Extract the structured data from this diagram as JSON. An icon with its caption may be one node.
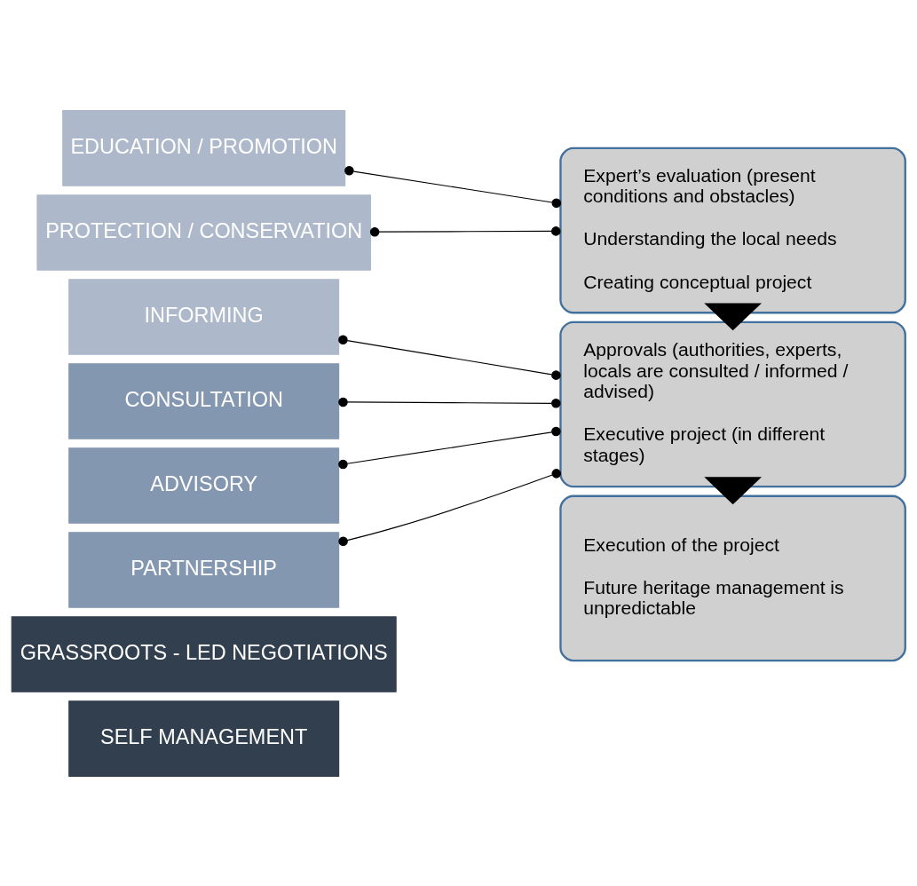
{
  "diagram": {
    "nodes": [
      {
        "text": [
          "EDUCATION / PROMOTION"
        ]
      },
      {
        "text": [
          "PROTECTION / CONSERVATION"
        ]
      },
      {
        "text": [
          "INFORMING"
        ]
      },
      {
        "text": [
          "CONSULTATION"
        ]
      },
      {
        "text": [
          "ADVISORY"
        ]
      },
      {
        "text": [
          "PARTNERSHIP"
        ]
      },
      {
        "text": [
          "GRASSROOTS - LED NEGOTIATIONS"
        ]
      },
      {
        "text": [
          "SELF MANAGEMENT"
        ]
      },
      {
        "text": [
          "Expert’s evaluation (present conditions and obstacles)",
          "Understanding the local needs",
          "Creating conceptual project"
        ]
      },
      {
        "text": [
          "Approvals (authorities, experts, locals are consulted / informed / advised)",
          "Executive project (in different stages)"
        ]
      },
      {
        "text": [
          "Execution of the project",
          "Future heritage management is unpredictable"
        ]
      }
    ],
    "edges": [
      {
        "from": 0,
        "to": 8,
        "arrow": "other"
      },
      {
        "from": 1,
        "to": 8,
        "arrow": "other"
      },
      {
        "from": 2,
        "to": 9,
        "arrow": "other"
      },
      {
        "from": 3,
        "to": 9,
        "arrow": "other"
      },
      {
        "from": 4,
        "to": 9,
        "arrow": "other"
      },
      {
        "from": 5,
        "to": 9,
        "arrow": "other"
      },
      {
        "from": 8,
        "to": 9,
        "arrow": "to",
        "style": "thick"
      },
      {
        "from": 9,
        "to": 10,
        "arrow": "to",
        "style": "thick"
      }
    ]
  }
}
